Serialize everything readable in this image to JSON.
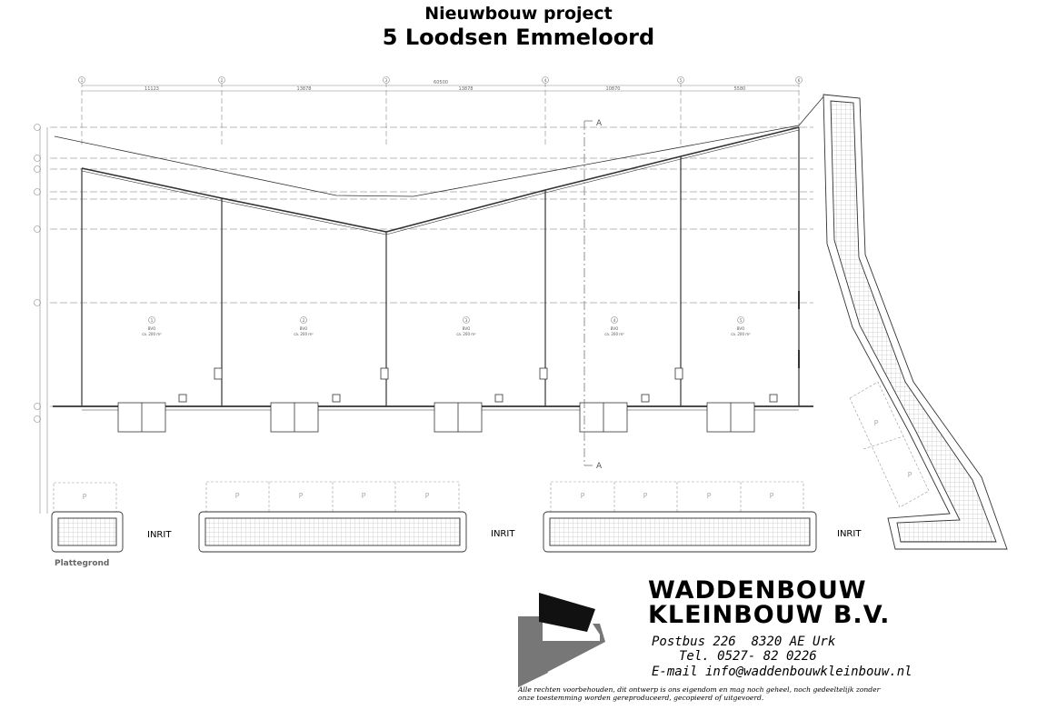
{
  "header": {
    "subtitle": "Nieuwbouw project",
    "title": "5 Loodsen Emmeloord"
  },
  "plan": {
    "view_label": "Plattegrond",
    "section_marker": "A",
    "overall_dimension": "60500",
    "dimensions": [
      "11123",
      "13878",
      "13878",
      "10870",
      "5580"
    ],
    "grid_axes": [
      "1",
      "2",
      "3",
      "4",
      "5",
      "6"
    ],
    "units": [
      {
        "number": "1",
        "label": "BVO",
        "area": "ca. 200 m²"
      },
      {
        "number": "2",
        "label": "BVO",
        "area": "ca. 200 m²"
      },
      {
        "number": "3",
        "label": "BVO",
        "area": "ca. 200 m²"
      },
      {
        "number": "4",
        "label": "BVO",
        "area": "ca. 200 m²"
      },
      {
        "number": "5",
        "label": "BVO",
        "area": "ca. 200 m²"
      }
    ],
    "parking_label": "P",
    "entrance_label": "INRIT"
  },
  "company": {
    "name_line1": "WADDENBOUW",
    "name_line2": "KLEINBOUW B.V.",
    "address": "Postbus 226  8320 AE Urk",
    "phone": "Tel. 0527- 82 0226",
    "email": "E-mail info@waddenbouwkleinbouw.nl"
  },
  "disclaimer_line1": "Alle rechten voorbehouden, dit ontwerp is ons eigendom en mag noch geheel, noch gedeeltelijk zonder",
  "disclaimer_line2": "onze toestemming worden gereproduceerd, gecopieerd of uitgevoerd.",
  "colors": {
    "line": "#333333",
    "dim": "#888888",
    "grid": "#aaaaaa",
    "logo_dark": "#111111",
    "logo_gray": "#777777"
  }
}
